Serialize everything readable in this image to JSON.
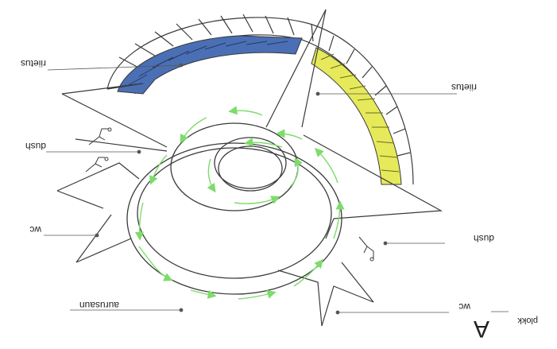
{
  "labels": {
    "riietus_left": "riietus",
    "riietus_right": "riietus",
    "dush_left": "dush",
    "dush_right": "dush",
    "wc_left": "wc",
    "wc_right": "wc",
    "aurusaun": "aurusaun",
    "plokk": "plokk",
    "plokk_letter": "A"
  },
  "colors": {
    "line": "#3a3a3a",
    "blue_bench": "#4a6fb5",
    "yellow_bench": "#e6ea5a",
    "flow_arrows": "#7ddc6a",
    "label_text": "#222222"
  },
  "icons": [
    "shower-head-icon",
    "flow-arrow-icon"
  ]
}
